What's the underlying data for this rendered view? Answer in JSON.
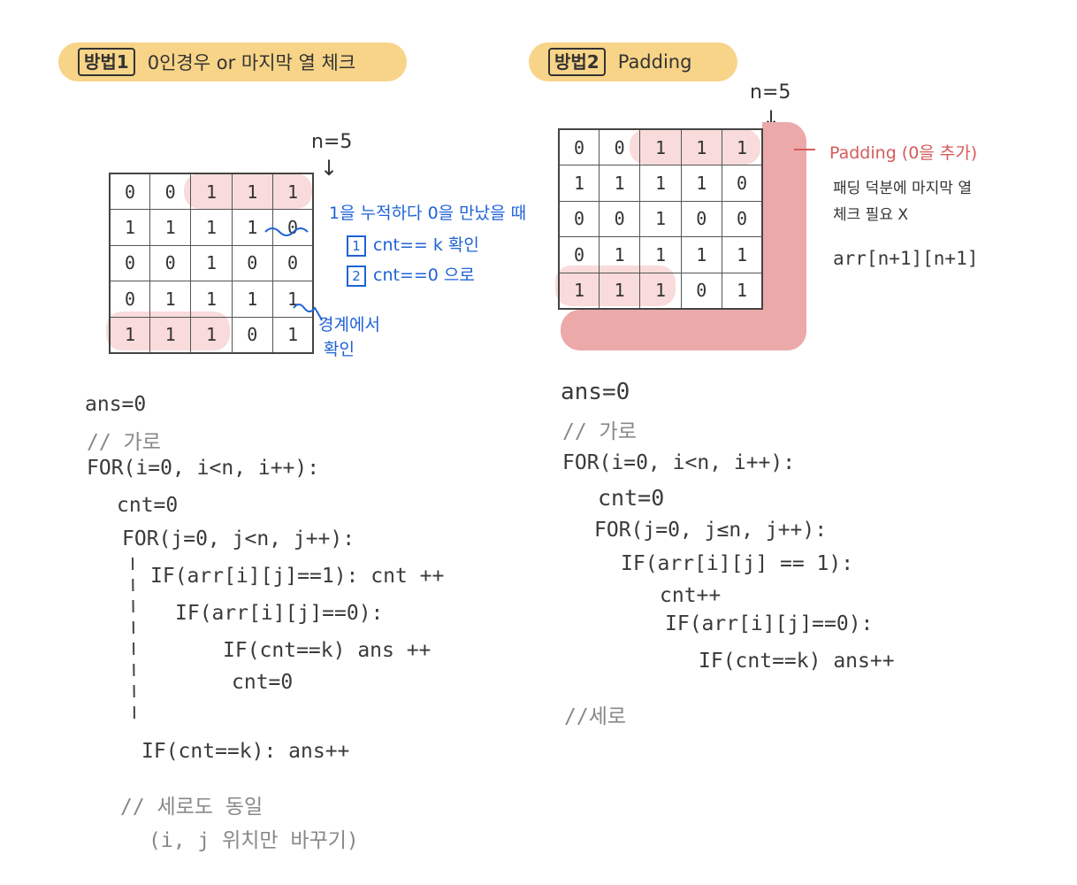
{
  "method1": {
    "badge": "방법1",
    "title": "0인경우 or 마지막 열 체크",
    "n_label": "n=5",
    "grid": [
      [
        "0",
        "0",
        "1",
        "1",
        "1"
      ],
      [
        "1",
        "1",
        "1",
        "1",
        "0"
      ],
      [
        "0",
        "0",
        "1",
        "0",
        "0"
      ],
      [
        "0",
        "1",
        "1",
        "1",
        "1"
      ],
      [
        "1",
        "1",
        "1",
        "0",
        "1"
      ]
    ],
    "note_main": "1을 누적하다 0을 만났을 때",
    "note_1_num": "1",
    "note_1": "cnt== k 확인",
    "note_2_num": "2",
    "note_2": "cnt==0 으로",
    "note_boundary_1": "경계에서",
    "note_boundary_2": "확인",
    "code": [
      "ans=0",
      "// 가로",
      "FOR(i=0, i<n, i++):",
      "cnt=0",
      "FOR(j=0, j<n, j++):",
      "IF(arr[i][j]==1): cnt ++",
      "IF(arr[i][j]==0):",
      "IF(cnt==k) ans ++",
      "cnt=0",
      "IF(cnt==k): ans++",
      "// 세로도 동일",
      "(i, j 위치만 바꾸기)"
    ]
  },
  "method2": {
    "badge": "방법2",
    "title": "Padding",
    "n_label": "n=5",
    "grid": [
      [
        "0",
        "0",
        "1",
        "1",
        "1"
      ],
      [
        "1",
        "1",
        "1",
        "1",
        "0"
      ],
      [
        "0",
        "0",
        "1",
        "0",
        "0"
      ],
      [
        "0",
        "1",
        "1",
        "1",
        "1"
      ],
      [
        "1",
        "1",
        "1",
        "0",
        "1"
      ]
    ],
    "padding_note": "Padding (0을 추가)",
    "padding_sub_1": "패딩 덕분에 마지막 열",
    "padding_sub_2": "체크 필요 X",
    "array_decl": "arr[n+1][n+1]",
    "code": [
      "ans=0",
      "// 가로",
      "FOR(i=0, i<n, i++):",
      "cnt=0",
      "FOR(j=0, j≤n, j++):",
      "IF(arr[i][j] == 1):",
      "cnt++",
      "IF(arr[i][j]==0):",
      "IF(cnt==k) ans++",
      "//세로"
    ]
  },
  "colors": {
    "banner": "#f8d488",
    "highlight": "#f7cfcf",
    "padding": "#eba9a9",
    "blue_note": "#1f63d6",
    "red_note": "#d65a5a"
  }
}
